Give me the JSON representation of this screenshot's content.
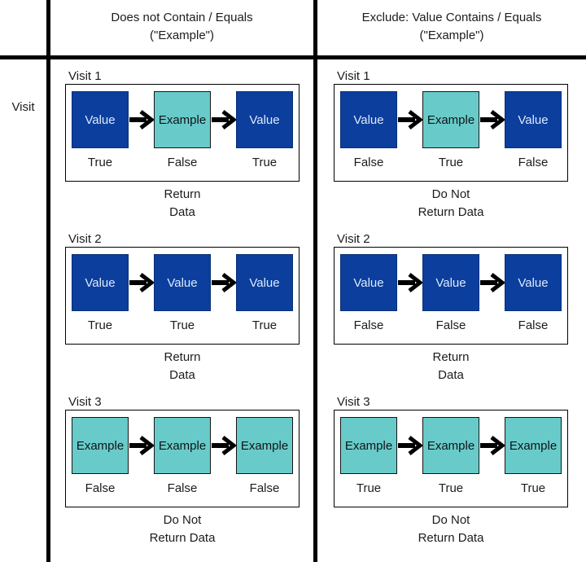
{
  "row_header": "Visit",
  "colors": {
    "value_fill": "#0c3e9e",
    "value_text": "#dcebfa",
    "example_fill": "#68cbc9",
    "example_text": "#101418",
    "grid_line": "#000000"
  },
  "columns": [
    {
      "header_line1": "Does not Contain / Equals",
      "header_line2": "(\"Example\")",
      "visits": [
        {
          "label": "Visit 1",
          "nodes": [
            {
              "text": "Value",
              "kind": "value",
              "verdict": "True"
            },
            {
              "text": "Example",
              "kind": "example",
              "verdict": "False"
            },
            {
              "text": "Value",
              "kind": "value",
              "verdict": "True"
            }
          ],
          "outcome_line1": "Return",
          "outcome_line2": "Data"
        },
        {
          "label": "Visit 2",
          "nodes": [
            {
              "text": "Value",
              "kind": "value",
              "verdict": "True"
            },
            {
              "text": "Value",
              "kind": "value",
              "verdict": "True"
            },
            {
              "text": "Value",
              "kind": "value",
              "verdict": "True"
            }
          ],
          "outcome_line1": "Return",
          "outcome_line2": "Data"
        },
        {
          "label": "Visit 3",
          "nodes": [
            {
              "text": "Example",
              "kind": "example",
              "verdict": "False"
            },
            {
              "text": "Example",
              "kind": "example",
              "verdict": "False"
            },
            {
              "text": "Example",
              "kind": "example",
              "verdict": "False"
            }
          ],
          "outcome_line1": "Do Not",
          "outcome_line2": "Return Data"
        }
      ]
    },
    {
      "header_line1": "Exclude: Value Contains / Equals",
      "header_line2": "(\"Example\")",
      "visits": [
        {
          "label": "Visit 1",
          "nodes": [
            {
              "text": "Value",
              "kind": "value",
              "verdict": "False"
            },
            {
              "text": "Example",
              "kind": "example",
              "verdict": "True"
            },
            {
              "text": "Value",
              "kind": "value",
              "verdict": "False"
            }
          ],
          "outcome_line1": "Do Not",
          "outcome_line2": "Return Data"
        },
        {
          "label": "Visit 2",
          "nodes": [
            {
              "text": "Value",
              "kind": "value",
              "verdict": "False"
            },
            {
              "text": "Value",
              "kind": "value",
              "verdict": "False"
            },
            {
              "text": "Value",
              "kind": "value",
              "verdict": "False"
            }
          ],
          "outcome_line1": "Return",
          "outcome_line2": "Data"
        },
        {
          "label": "Visit 3",
          "nodes": [
            {
              "text": "Example",
              "kind": "example",
              "verdict": "True"
            },
            {
              "text": "Example",
              "kind": "example",
              "verdict": "True"
            },
            {
              "text": "Example",
              "kind": "example",
              "verdict": "True"
            }
          ],
          "outcome_line1": "Do Not",
          "outcome_line2": "Return Data"
        }
      ]
    }
  ]
}
